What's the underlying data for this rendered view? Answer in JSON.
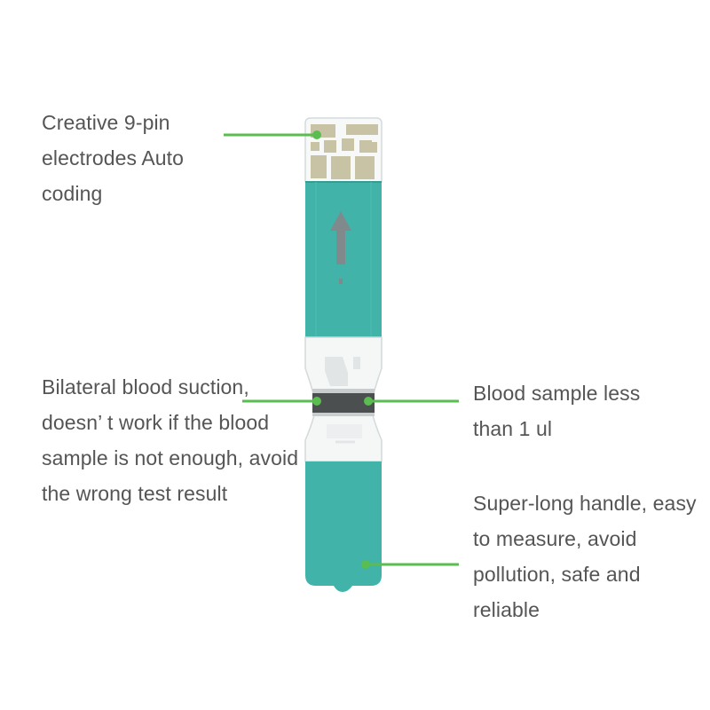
{
  "callouts": {
    "electrodes": {
      "lines": [
        "Creative 9-pin",
        "electrodes Auto",
        "coding"
      ]
    },
    "suction": {
      "lines": [
        "Bilateral blood suction,",
        "doesn’ t work if the blood",
        "sample is not enough, avoid",
        "the wrong test result"
      ]
    },
    "sample": {
      "lines": [
        "Blood sample less",
        "than 1 ul"
      ]
    },
    "handle": {
      "lines": [
        "Super-long handle, easy",
        "to measure, avoid",
        "pollution, safe and",
        "reliable"
      ]
    }
  },
  "colors": {
    "strip": "#41b3a8",
    "strip_dark": "#379b91",
    "callout_line": "#5abd4f",
    "electrode": "#c9c3a6",
    "arrow": "#808a8c",
    "text": "#555555"
  }
}
